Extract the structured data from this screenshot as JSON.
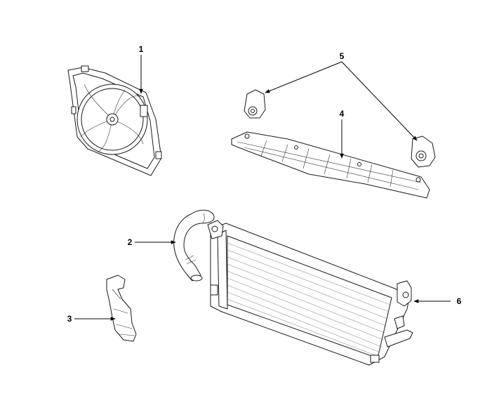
{
  "diagram": {
    "parts": [
      {
        "id": "fan-assembly",
        "callout": "1"
      },
      {
        "id": "upper-hose",
        "callout": "2"
      },
      {
        "id": "bracket-clip",
        "callout": "3"
      },
      {
        "id": "upper-cover",
        "callout": "4"
      },
      {
        "id": "mount-brackets",
        "callout": "5"
      },
      {
        "id": "radiator",
        "callout": "6"
      }
    ]
  }
}
